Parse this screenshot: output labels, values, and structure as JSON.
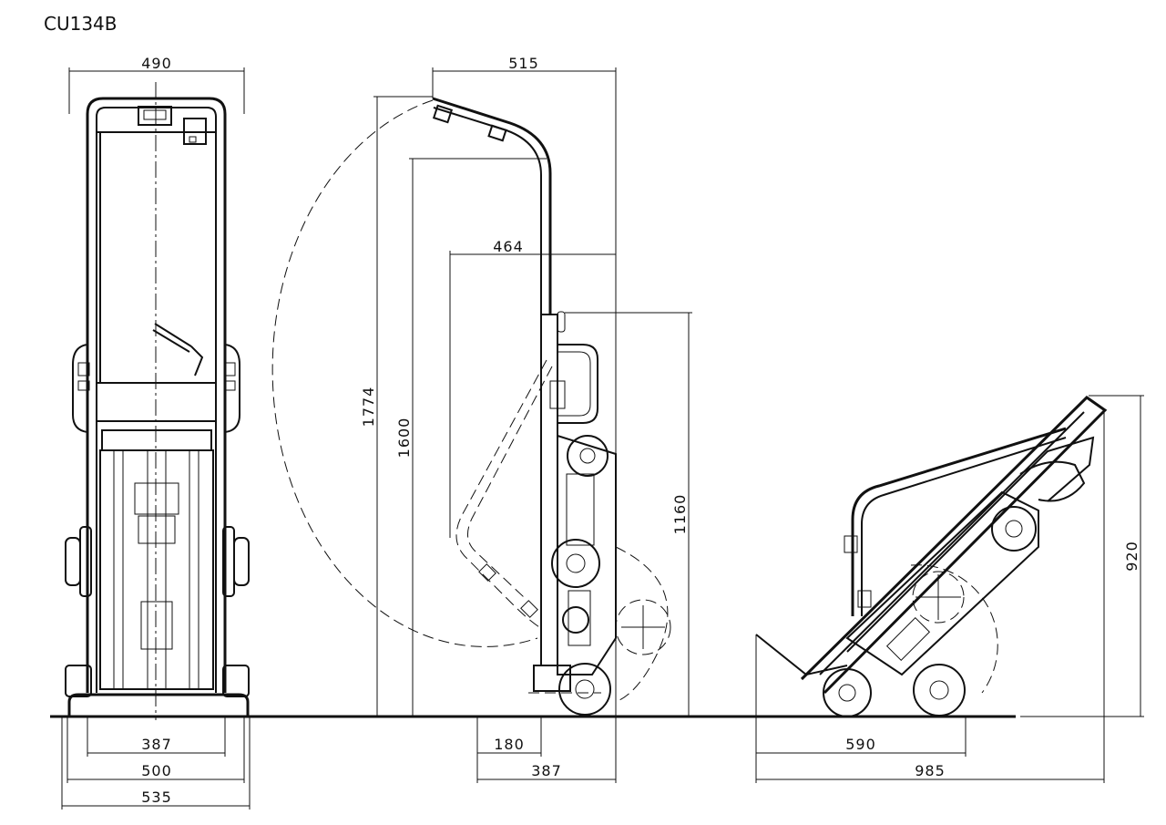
{
  "title": "CU134B",
  "dimensions": {
    "front_top_width": "490",
    "front_wheel_inner": "387",
    "front_base_width": "500",
    "front_total_width": "535",
    "side_top_depth": "515",
    "side_frame_depth": "464",
    "side_height_max": "1774",
    "side_height_handle": "1600",
    "side_height_body": "1160",
    "side_foot_depth": "180",
    "side_base_depth": "387",
    "tilt_height": "920",
    "tilt_wheel_span": "590",
    "tilt_total_length": "985"
  }
}
